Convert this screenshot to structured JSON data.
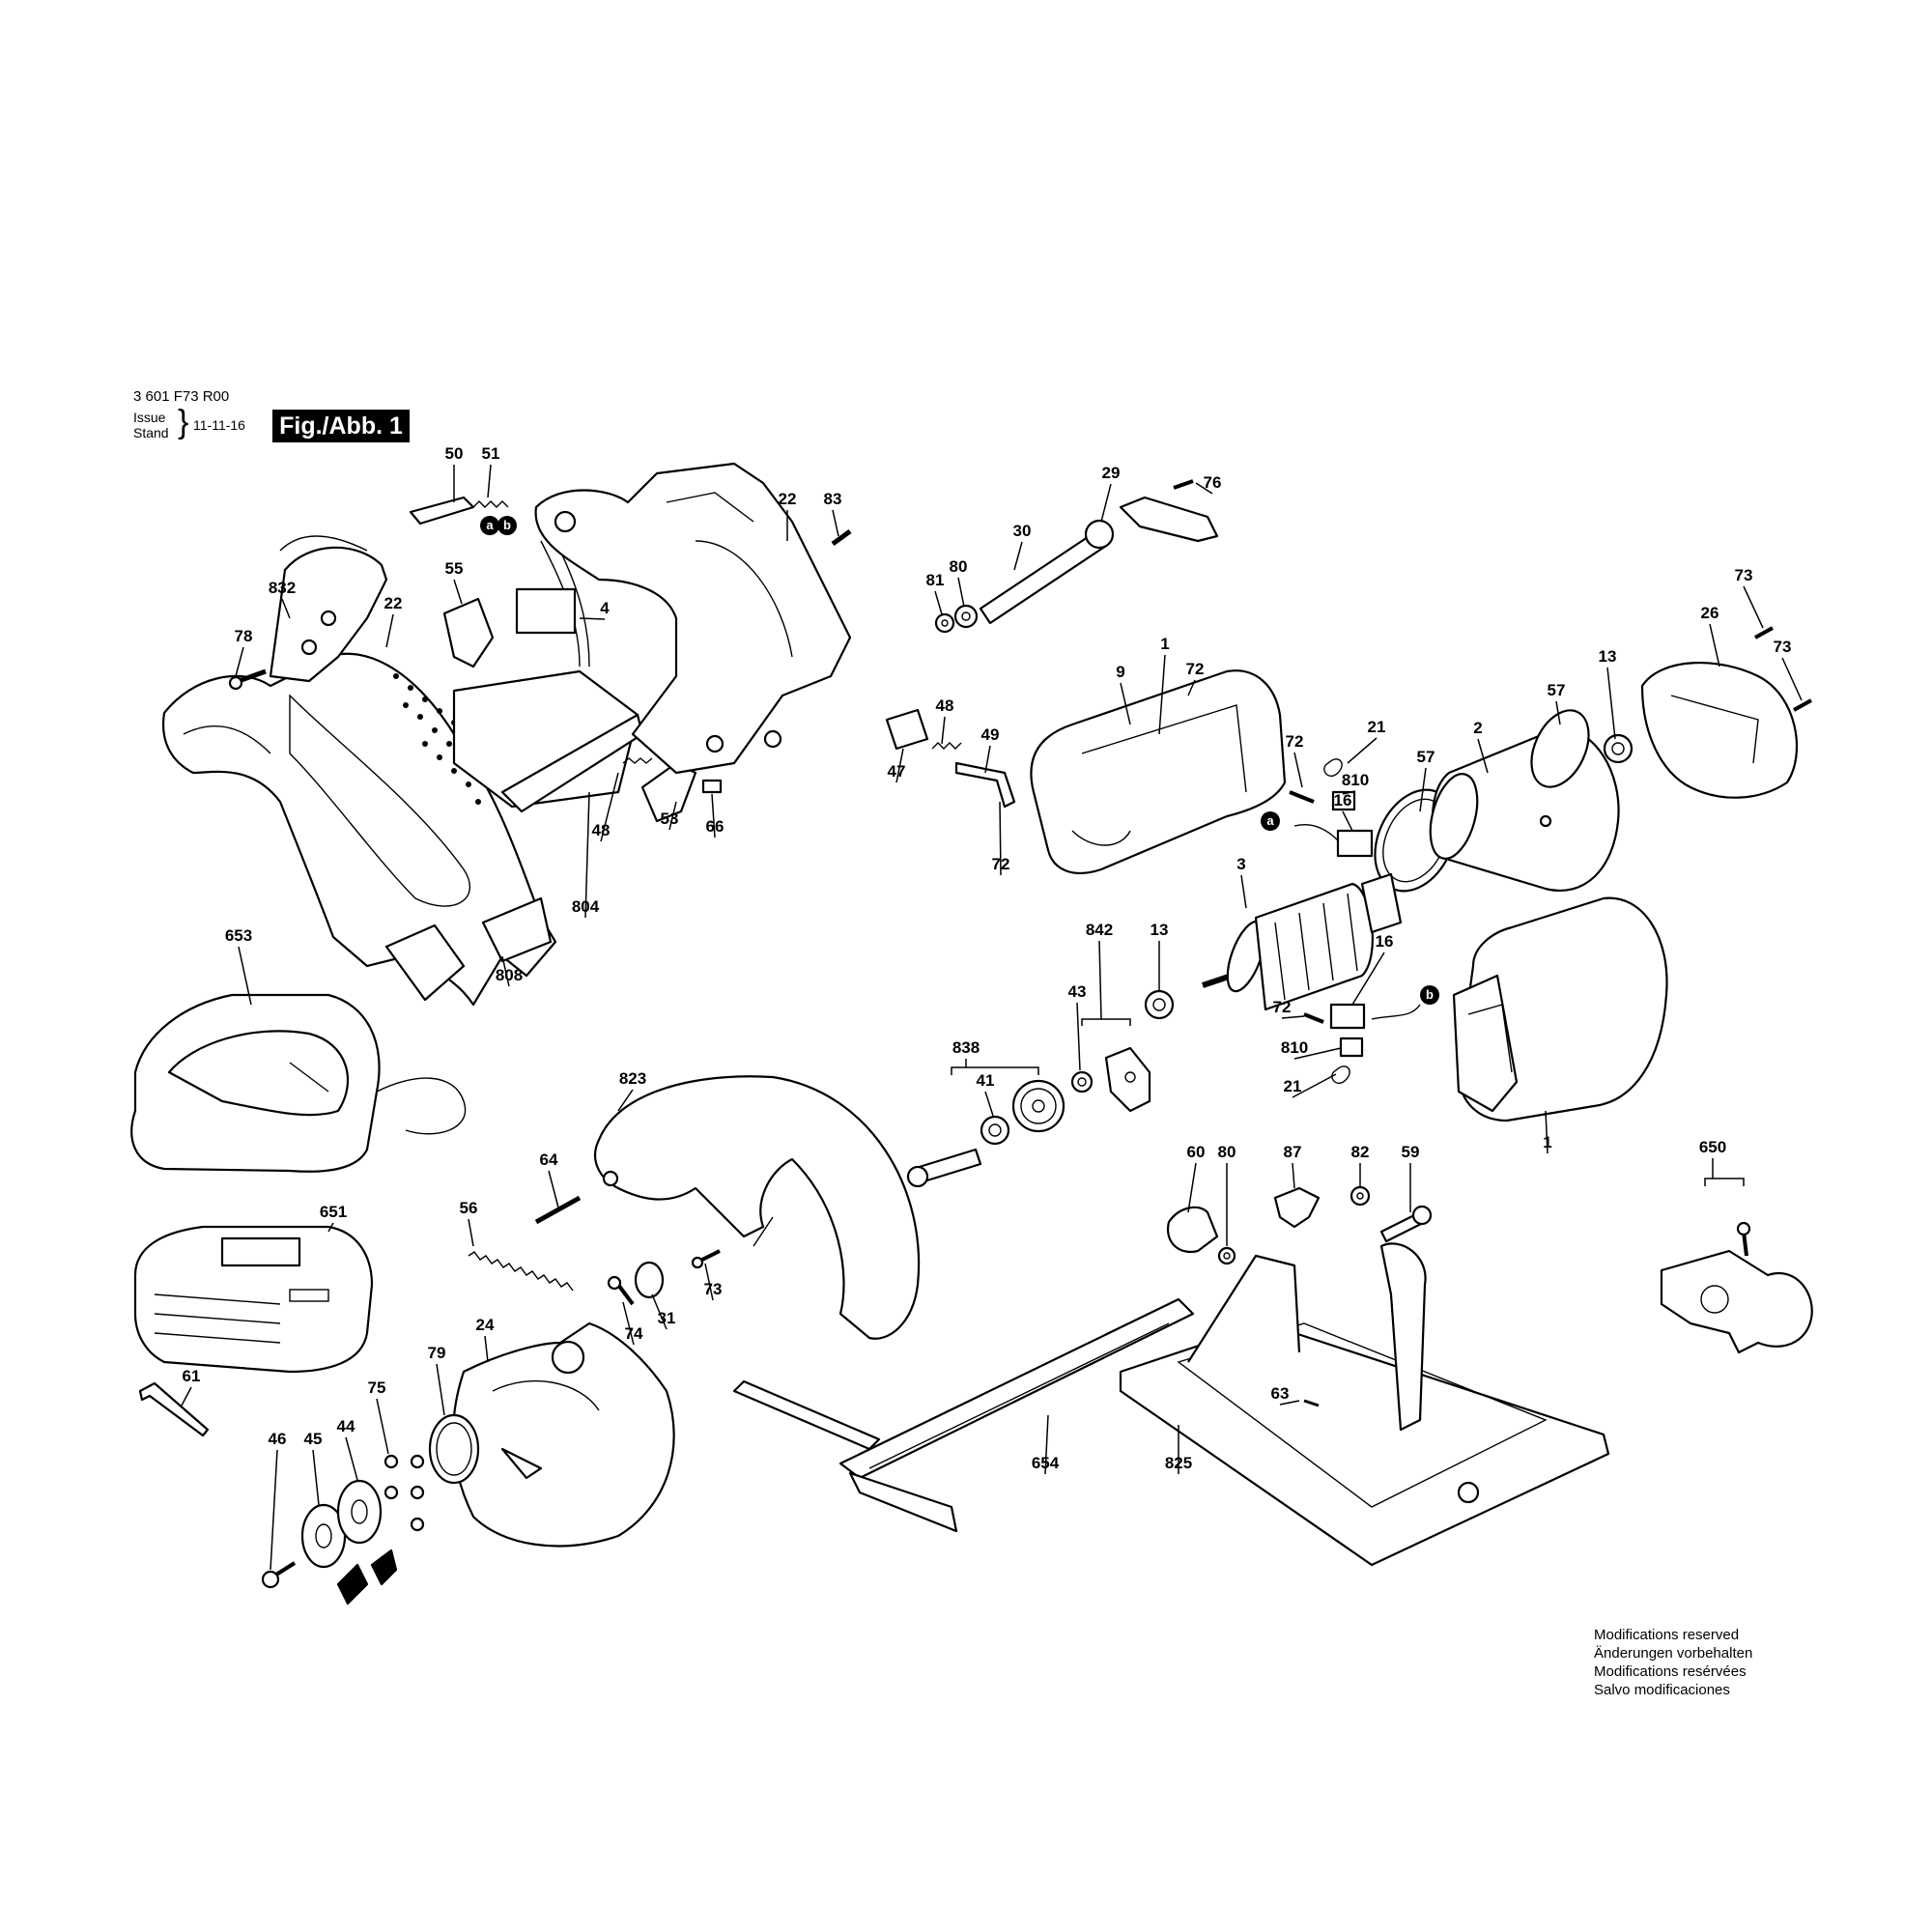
{
  "header": {
    "doc_number": "3 601 F73 R00",
    "issue_label": "Issue",
    "stand_label": "Stand",
    "issue_date": "11-11-16",
    "figure_badge": "Fig./Abb. 1"
  },
  "modifications_notice": [
    "Modifications reserved",
    "Änderungen vorbehalten",
    "Modifications resérvées",
    "Salvo modificaciones"
  ],
  "connector_refs": [
    "a",
    "b",
    "a",
    "b"
  ],
  "part_labels": [
    "50",
    "51",
    "22",
    "83",
    "29",
    "76",
    "832",
    "55",
    "4",
    "30",
    "81",
    "80",
    "78",
    "22",
    "73",
    "26",
    "73",
    "1",
    "9",
    "72",
    "48",
    "49",
    "47",
    "53",
    "66",
    "21",
    "72",
    "810",
    "16",
    "57",
    "2",
    "57",
    "13",
    "48",
    "804",
    "808",
    "72",
    "653",
    "3",
    "842",
    "13",
    "16",
    "72",
    "810",
    "21",
    "43",
    "838",
    "41",
    "823",
    "64",
    "1",
    "56",
    "651",
    "31",
    "73",
    "74",
    "24",
    "79",
    "61",
    "75",
    "46",
    "45",
    "44",
    "60",
    "80",
    "87",
    "82",
    "59",
    "650",
    "63",
    "654",
    "825"
  ]
}
